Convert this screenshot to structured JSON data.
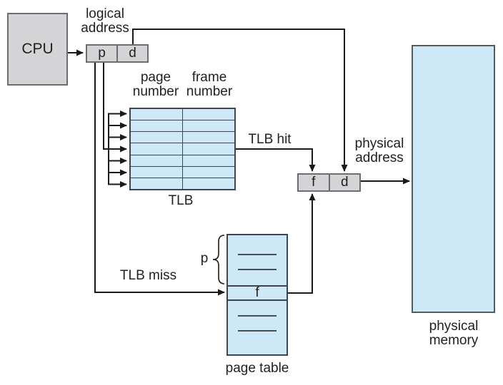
{
  "diagram": {
    "cpu": {
      "label": "CPU"
    },
    "logical_address": {
      "caption": "logical address",
      "p": "p",
      "d": "d"
    },
    "tlb": {
      "page_header": "page number",
      "frame_header": "frame number",
      "caption": "TLB",
      "row_count": 7
    },
    "wires": {
      "tlb_hit": "TLB hit",
      "tlb_miss": "TLB miss"
    },
    "physical_address": {
      "caption": "physical address",
      "f": "f",
      "d": "d"
    },
    "page_table": {
      "caption": "page table",
      "brace_label": "p",
      "frame_entry": "f"
    },
    "physical_memory": {
      "caption": "physical memory"
    },
    "colors": {
      "box_gray": "#d4d4d6",
      "box_gray_border": "#6d6e71",
      "table_blue": "#cde9f8",
      "table_border": "#3a4750",
      "line_black": "#1a1a1a"
    }
  }
}
